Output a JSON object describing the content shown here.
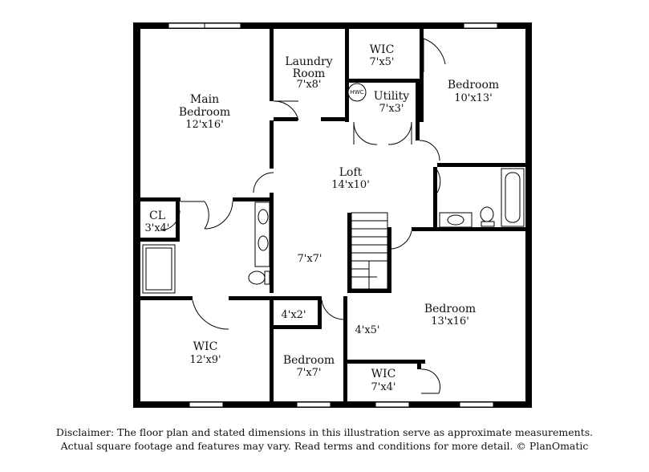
{
  "rooms": {
    "main_bedroom": {
      "name": "Main\nBedroom",
      "dim": "12'x16'"
    },
    "laundry": {
      "name": "Laundry\nRoom",
      "dim": "7'x8'"
    },
    "wic_top": {
      "name": "WIC",
      "dim": "7'x5'"
    },
    "bedroom_tr": {
      "name": "Bedroom",
      "dim": "10'x13'"
    },
    "utility": {
      "name": "Utility",
      "dim": "7'x3'"
    },
    "hwc": {
      "name": "HWC"
    },
    "loft": {
      "name": "Loft",
      "dim": "14'x10'"
    },
    "cl": {
      "name": "CL",
      "dim": "3'x4'"
    },
    "bath": {
      "dim": "7'x7'"
    },
    "wic_main": {
      "name": "WIC",
      "dim": "12'x9'"
    },
    "closet_small": {
      "dim": "4'x2'"
    },
    "bedroom_small": {
      "name": "Bedroom",
      "dim": "7'x7'"
    },
    "hall": {
      "dim": "4'x5'"
    },
    "bedroom_br": {
      "name": "Bedroom",
      "dim": "13'x16'"
    },
    "wic_br": {
      "name": "WIC",
      "dim": "7'x4'"
    }
  },
  "disclaimer": {
    "line1": "Disclaimer: The floor plan and stated dimensions in this illustration serve as approximate measurements.",
    "line2": "Actual square footage and features may vary. Read terms and conditions for more detail. © PlanOmatic"
  }
}
